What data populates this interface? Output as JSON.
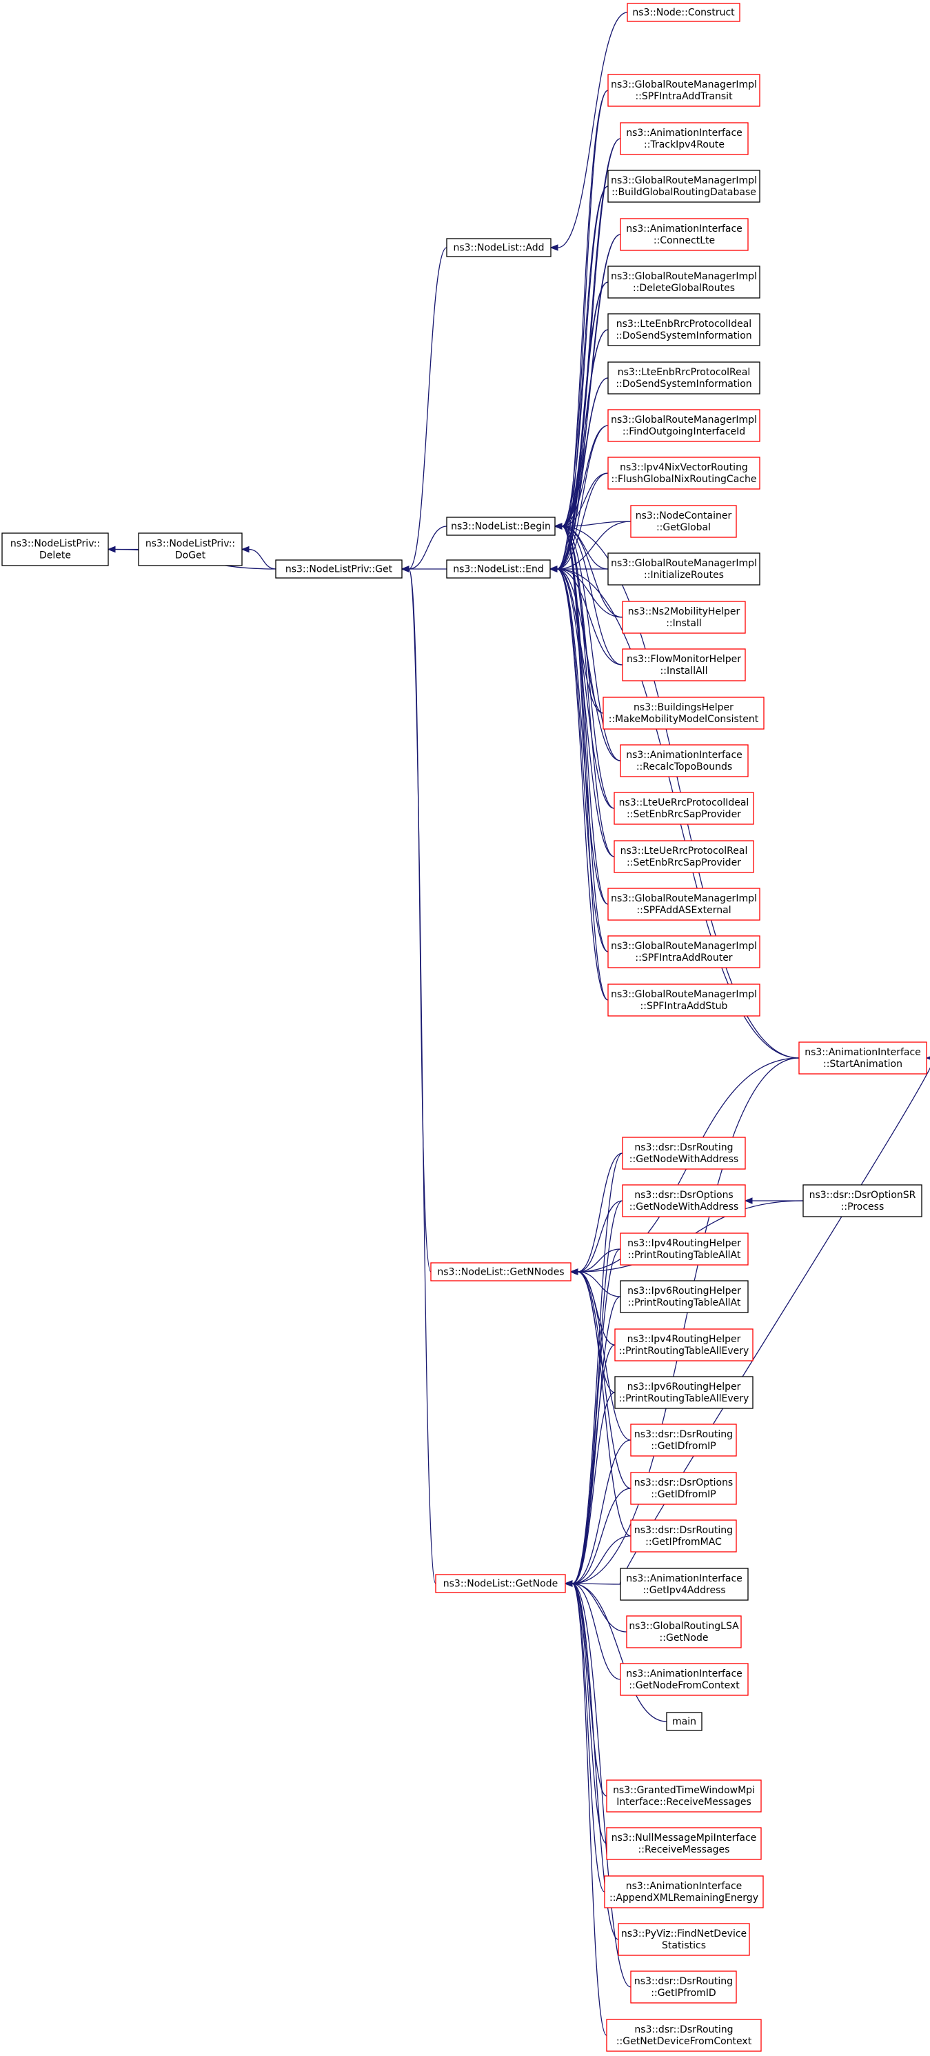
{
  "colors": {
    "edge": "#191970",
    "border_documented": "#000000",
    "border_undocumented": "#ff0000",
    "focus_fill": "#bfbfbf"
  },
  "nodes": [
    {
      "id": "delete",
      "lines": [
        "ns3::NodeListPriv::",
        "Delete"
      ],
      "border": "black",
      "focus": true
    },
    {
      "id": "doget",
      "lines": [
        "ns3::NodeListPriv::",
        "DoGet"
      ],
      "border": "black"
    },
    {
      "id": "get",
      "lines": [
        "ns3::NodeListPriv::Get"
      ],
      "border": "black"
    },
    {
      "id": "add",
      "lines": [
        "ns3::NodeList::Add"
      ],
      "border": "black"
    },
    {
      "id": "begin",
      "lines": [
        "ns3::NodeList::Begin"
      ],
      "border": "black"
    },
    {
      "id": "end",
      "lines": [
        "ns3::NodeList::End"
      ],
      "border": "black"
    },
    {
      "id": "getnnodes",
      "lines": [
        "ns3::NodeList::GetNNodes"
      ],
      "border": "red"
    },
    {
      "id": "getnode",
      "lines": [
        "ns3::NodeList::GetNode"
      ],
      "border": "red"
    },
    {
      "id": "construct",
      "lines": [
        "ns3::Node::Construct"
      ],
      "border": "red"
    },
    {
      "id": "spftransit",
      "lines": [
        "ns3::GlobalRouteManagerImpl",
        "::SPFIntraAddTransit"
      ],
      "border": "red"
    },
    {
      "id": "trackipv4",
      "lines": [
        "ns3::AnimationInterface",
        "::TrackIpv4Route"
      ],
      "border": "red"
    },
    {
      "id": "buildglobal",
      "lines": [
        "ns3::GlobalRouteManagerImpl",
        "::BuildGlobalRoutingDatabase"
      ],
      "border": "black"
    },
    {
      "id": "connectlte",
      "lines": [
        "ns3::AnimationInterface",
        "::ConnectLte"
      ],
      "border": "red"
    },
    {
      "id": "deleteglobal",
      "lines": [
        "ns3::GlobalRouteManagerImpl",
        "::DeleteGlobalRoutes"
      ],
      "border": "black"
    },
    {
      "id": "ltesysideal",
      "lines": [
        "ns3::LteEnbRrcProtocolIdeal",
        "::DoSendSystemInformation"
      ],
      "border": "black"
    },
    {
      "id": "ltesysreal",
      "lines": [
        "ns3::LteEnbRrcProtocolReal",
        "::DoSendSystemInformation"
      ],
      "border": "black"
    },
    {
      "id": "findoutgoing",
      "lines": [
        "ns3::GlobalRouteManagerImpl",
        "::FindOutgoingInterfaceId"
      ],
      "border": "red"
    },
    {
      "id": "flushnix",
      "lines": [
        "ns3::Ipv4NixVectorRouting",
        "::FlushGlobalNixRoutingCache"
      ],
      "border": "red"
    },
    {
      "id": "containerglobal",
      "lines": [
        "ns3::NodeContainer",
        "::GetGlobal"
      ],
      "border": "red"
    },
    {
      "id": "initroutes",
      "lines": [
        "ns3::GlobalRouteManagerImpl",
        "::InitializeRoutes"
      ],
      "border": "black"
    },
    {
      "id": "ns2install",
      "lines": [
        "ns3::Ns2MobilityHelper",
        "::Install"
      ],
      "border": "red"
    },
    {
      "id": "flowinstall",
      "lines": [
        "ns3::FlowMonitorHelper",
        "::InstallAll"
      ],
      "border": "red"
    },
    {
      "id": "buildingsmm",
      "lines": [
        "ns3::BuildingsHelper",
        "::MakeMobilityModelConsistent"
      ],
      "border": "red"
    },
    {
      "id": "recalctopo",
      "lines": [
        "ns3::AnimationInterface",
        "::RecalcTopoBounds"
      ],
      "border": "red"
    },
    {
      "id": "ueideal",
      "lines": [
        "ns3::LteUeRrcProtocolIdeal",
        "::SetEnbRrcSapProvider"
      ],
      "border": "red"
    },
    {
      "id": "uereal",
      "lines": [
        "ns3::LteUeRrcProtocolReal",
        "::SetEnbRrcSapProvider"
      ],
      "border": "red"
    },
    {
      "id": "spfexternal",
      "lines": [
        "ns3::GlobalRouteManagerImpl",
        "::SPFAddASExternal"
      ],
      "border": "red"
    },
    {
      "id": "spfrouter",
      "lines": [
        "ns3::GlobalRouteManagerImpl",
        "::SPFIntraAddRouter"
      ],
      "border": "red"
    },
    {
      "id": "spfstub",
      "lines": [
        "ns3::GlobalRouteManagerImpl",
        "::SPFIntraAddStub"
      ],
      "border": "red"
    },
    {
      "id": "startanim",
      "lines": [
        "ns3::AnimationInterface",
        "::StartAnimation"
      ],
      "border": "red"
    },
    {
      "id": "dsrgetnode",
      "lines": [
        "ns3::dsr::DsrRouting",
        "::GetNodeWithAddress"
      ],
      "border": "red"
    },
    {
      "id": "dsroptgetnode",
      "lines": [
        "ns3::dsr::DsrOptions",
        "::GetNodeWithAddress"
      ],
      "border": "red"
    },
    {
      "id": "dsroptionsr",
      "lines": [
        "ns3::dsr::DsrOptionSR",
        "::Process"
      ],
      "border": "black"
    },
    {
      "id": "ipv4printat",
      "lines": [
        "ns3::Ipv4RoutingHelper",
        "::PrintRoutingTableAllAt"
      ],
      "border": "red"
    },
    {
      "id": "ipv6printat",
      "lines": [
        "ns3::Ipv6RoutingHelper",
        "::PrintRoutingTableAllAt"
      ],
      "border": "black"
    },
    {
      "id": "ipv4printevery",
      "lines": [
        "ns3::Ipv4RoutingHelper",
        "::PrintRoutingTableAllEvery"
      ],
      "border": "red"
    },
    {
      "id": "ipv6printevery",
      "lines": [
        "ns3::Ipv6RoutingHelper",
        "::PrintRoutingTableAllEvery"
      ],
      "border": "black"
    },
    {
      "id": "dsrgetid",
      "lines": [
        "ns3::dsr::DsrRouting",
        "::GetIDfromIP"
      ],
      "border": "red"
    },
    {
      "id": "dsroptgetid",
      "lines": [
        "ns3::dsr::DsrOptions",
        "::GetIDfromIP"
      ],
      "border": "red"
    },
    {
      "id": "dsrgetipmac",
      "lines": [
        "ns3::dsr::DsrRouting",
        "::GetIPfromMAC"
      ],
      "border": "red"
    },
    {
      "id": "animgetipv4",
      "lines": [
        "ns3::AnimationInterface",
        "::GetIpv4Address"
      ],
      "border": "black"
    },
    {
      "id": "lsagetnode",
      "lines": [
        "ns3::GlobalRoutingLSA",
        "::GetNode"
      ],
      "border": "red"
    },
    {
      "id": "animnodectx",
      "lines": [
        "ns3::AnimationInterface",
        "::GetNodeFromContext"
      ],
      "border": "red"
    },
    {
      "id": "main",
      "lines": [
        "main"
      ],
      "border": "black"
    },
    {
      "id": "grantedrecv",
      "lines": [
        "ns3::GrantedTimeWindowMpi",
        "Interface::ReceiveMessages"
      ],
      "border": "red"
    },
    {
      "id": "nullmsgrecv",
      "lines": [
        "ns3::NullMessageMpiInterface",
        "::ReceiveMessages"
      ],
      "border": "red"
    },
    {
      "id": "appendxml",
      "lines": [
        "ns3::AnimationInterface",
        "::AppendXMLRemainingEnergy"
      ],
      "border": "red"
    },
    {
      "id": "pyvizfind",
      "lines": [
        "ns3::PyViz::FindNetDevice",
        "Statistics"
      ],
      "border": "red"
    },
    {
      "id": "dsrgetipid",
      "lines": [
        "ns3::dsr::DsrRouting",
        "::GetIPfromID"
      ],
      "border": "red"
    },
    {
      "id": "dsrnetdev",
      "lines": [
        "ns3::dsr::DsrRouting",
        "::GetNetDeviceFromContext"
      ],
      "border": "red"
    }
  ],
  "edges": [
    [
      "doget",
      "delete"
    ],
    [
      "get",
      "delete"
    ],
    [
      "get",
      "doget"
    ],
    [
      "add",
      "get"
    ],
    [
      "begin",
      "get"
    ],
    [
      "end",
      "get"
    ],
    [
      "getnnodes",
      "get"
    ],
    [
      "getnode",
      "get"
    ],
    [
      "construct",
      "add"
    ],
    [
      "spftransit",
      "begin"
    ],
    [
      "trackipv4",
      "begin"
    ],
    [
      "buildglobal",
      "begin"
    ],
    [
      "connectlte",
      "begin"
    ],
    [
      "deleteglobal",
      "begin"
    ],
    [
      "ltesysideal",
      "begin"
    ],
    [
      "ltesysreal",
      "begin"
    ],
    [
      "findoutgoing",
      "begin"
    ],
    [
      "flushnix",
      "begin"
    ],
    [
      "containerglobal",
      "begin"
    ],
    [
      "initroutes",
      "begin"
    ],
    [
      "ns2install",
      "begin"
    ],
    [
      "flowinstall",
      "begin"
    ],
    [
      "buildingsmm",
      "begin"
    ],
    [
      "recalctopo",
      "begin"
    ],
    [
      "ueideal",
      "begin"
    ],
    [
      "uereal",
      "begin"
    ],
    [
      "spfexternal",
      "begin"
    ],
    [
      "spfrouter",
      "begin"
    ],
    [
      "spfstub",
      "begin"
    ],
    [
      "startanim",
      "begin"
    ],
    [
      "spftransit",
      "end"
    ],
    [
      "trackipv4",
      "end"
    ],
    [
      "buildglobal",
      "end"
    ],
    [
      "connectlte",
      "end"
    ],
    [
      "deleteglobal",
      "end"
    ],
    [
      "ltesysideal",
      "end"
    ],
    [
      "ltesysreal",
      "end"
    ],
    [
      "findoutgoing",
      "end"
    ],
    [
      "flushnix",
      "end"
    ],
    [
      "containerglobal",
      "end"
    ],
    [
      "initroutes",
      "end"
    ],
    [
      "ns2install",
      "end"
    ],
    [
      "flowinstall",
      "end"
    ],
    [
      "buildingsmm",
      "end"
    ],
    [
      "recalctopo",
      "end"
    ],
    [
      "ueideal",
      "end"
    ],
    [
      "uereal",
      "end"
    ],
    [
      "spfexternal",
      "end"
    ],
    [
      "spfrouter",
      "end"
    ],
    [
      "spfstub",
      "end"
    ],
    [
      "startanim",
      "end"
    ],
    [
      "startanim",
      "getnnodes"
    ],
    [
      "dsrgetnode",
      "getnnodes"
    ],
    [
      "dsroptgetnode",
      "getnnodes"
    ],
    [
      "dsroptionsr",
      "getnnodes"
    ],
    [
      "ipv4printat",
      "getnnodes"
    ],
    [
      "ipv6printat",
      "getnnodes"
    ],
    [
      "ipv4printevery",
      "getnnodes"
    ],
    [
      "ipv6printevery",
      "getnnodes"
    ],
    [
      "dsrgetid",
      "getnnodes"
    ],
    [
      "dsroptgetid",
      "getnnodes"
    ],
    [
      "dsrgetipmac",
      "getnnodes"
    ],
    [
      "dsroptionsr",
      "dsroptgetnode"
    ],
    [
      "animgetipv4",
      "startanim"
    ],
    [
      "dsrgetnode",
      "getnode"
    ],
    [
      "dsroptgetnode",
      "getnode"
    ],
    [
      "ipv4printat",
      "getnode"
    ],
    [
      "ipv6printat",
      "getnode"
    ],
    [
      "ipv4printevery",
      "getnode"
    ],
    [
      "ipv6printevery",
      "getnode"
    ],
    [
      "dsrgetid",
      "getnode"
    ],
    [
      "dsroptgetid",
      "getnode"
    ],
    [
      "dsrgetipmac",
      "getnode"
    ],
    [
      "animgetipv4",
      "getnode"
    ],
    [
      "lsagetnode",
      "getnode"
    ],
    [
      "animnodectx",
      "getnode"
    ],
    [
      "main",
      "getnode"
    ],
    [
      "startanim",
      "getnode"
    ],
    [
      "grantedrecv",
      "getnode"
    ],
    [
      "nullmsgrecv",
      "getnode"
    ],
    [
      "appendxml",
      "getnode"
    ],
    [
      "pyvizfind",
      "getnode"
    ],
    [
      "dsrgetipid",
      "getnode"
    ],
    [
      "dsrnetdev",
      "getnode"
    ]
  ]
}
